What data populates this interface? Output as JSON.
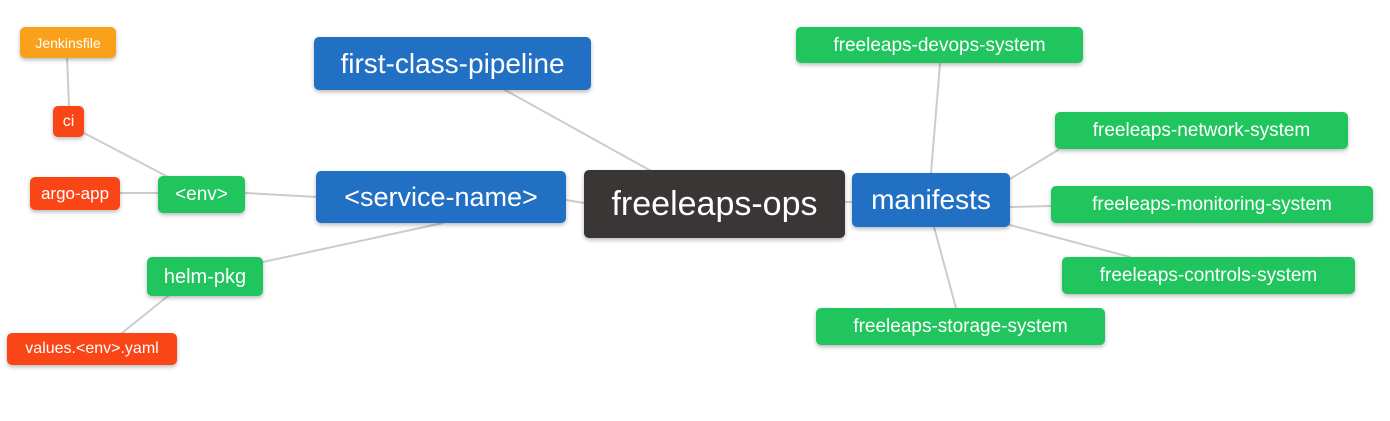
{
  "diagram": {
    "type": "mindmap",
    "root_label": "freeleaps-ops",
    "colors": {
      "blue": "#2270C4",
      "green": "#21C55D",
      "red": "#FA4517",
      "orange": "#F9A11B",
      "dark": "#3A3636",
      "edge": "#CCCCCC",
      "text": "#FFFFFF",
      "background": "#FFFFFF"
    },
    "nodes": [
      {
        "id": "jenkinsfile",
        "label": "Jenkinsfile",
        "role": "orange"
      },
      {
        "id": "ci",
        "label": "ci",
        "role": "red"
      },
      {
        "id": "argo-app",
        "label": "argo-app",
        "role": "red"
      },
      {
        "id": "env",
        "label": "<env>",
        "role": "green"
      },
      {
        "id": "helm-pkg",
        "label": "helm-pkg",
        "role": "green"
      },
      {
        "id": "values-env-yaml",
        "label": "values.<env>.yaml",
        "role": "red"
      },
      {
        "id": "service-name",
        "label": "<service-name>",
        "role": "blue"
      },
      {
        "id": "first-class-pipeline",
        "label": "first-class-pipeline",
        "role": "blue"
      },
      {
        "id": "freeleaps-ops",
        "label": "freeleaps-ops",
        "role": "dark"
      },
      {
        "id": "manifests",
        "label": "manifests",
        "role": "blue"
      },
      {
        "id": "freeleaps-devops-system",
        "label": "freeleaps-devops-system",
        "role": "green"
      },
      {
        "id": "freeleaps-network-system",
        "label": "freeleaps-network-system",
        "role": "green"
      },
      {
        "id": "freeleaps-monitoring-system",
        "label": "freeleaps-monitoring-system",
        "role": "green"
      },
      {
        "id": "freeleaps-controls-system",
        "label": "freeleaps-controls-system",
        "role": "green"
      },
      {
        "id": "freeleaps-storage-system",
        "label": "freeleaps-storage-system",
        "role": "green"
      }
    ],
    "edges": [
      {
        "from": "jenkinsfile",
        "to": "ci"
      },
      {
        "from": "ci",
        "to": "env"
      },
      {
        "from": "argo-app",
        "to": "env"
      },
      {
        "from": "env",
        "to": "service-name"
      },
      {
        "from": "helm-pkg",
        "to": "service-name"
      },
      {
        "from": "helm-pkg",
        "to": "values-env-yaml"
      },
      {
        "from": "service-name",
        "to": "freeleaps-ops"
      },
      {
        "from": "first-class-pipeline",
        "to": "freeleaps-ops"
      },
      {
        "from": "freeleaps-ops",
        "to": "manifests"
      },
      {
        "from": "manifests",
        "to": "freeleaps-devops-system"
      },
      {
        "from": "manifests",
        "to": "freeleaps-network-system"
      },
      {
        "from": "manifests",
        "to": "freeleaps-monitoring-system"
      },
      {
        "from": "manifests",
        "to": "freeleaps-controls-system"
      },
      {
        "from": "manifests",
        "to": "freeleaps-storage-system"
      }
    ]
  }
}
